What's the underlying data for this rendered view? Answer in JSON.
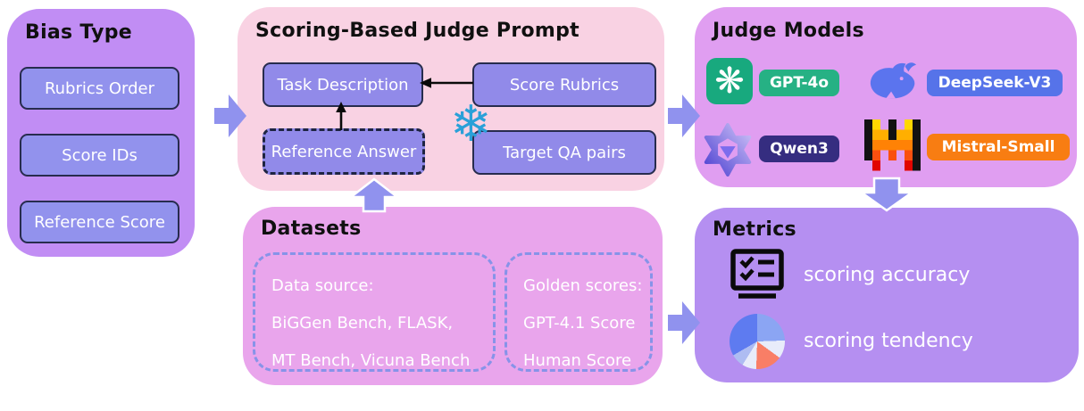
{
  "bias_panel": {
    "title": "Bias Type",
    "items": [
      {
        "label": "Rubrics Order"
      },
      {
        "label": "Score IDs"
      },
      {
        "label": "Reference Score"
      }
    ]
  },
  "prompt_panel": {
    "title": "Scoring-Based Judge Prompt",
    "boxes": {
      "task_description": "Task Description",
      "score_rubrics": "Score Rubrics",
      "reference_answer": "Reference Answer",
      "target_qa_pairs": "Target QA pairs"
    },
    "snowflake_glyph": "❄"
  },
  "models_panel": {
    "title": "Judge Models",
    "openai_logo_glyph": "❋",
    "models": [
      {
        "name": "GPT-4o",
        "pill_color": "#26b184",
        "icon": "openai-logo"
      },
      {
        "name": "DeepSeek-V3",
        "pill_color": "#5673e9",
        "icon": "deepseek-whale"
      },
      {
        "name": "Qwen3",
        "pill_color": "#352d80",
        "icon": "qwen-logo"
      },
      {
        "name": "Mistral-Small",
        "pill_color": "#f87d12",
        "icon": "mistral-logo"
      }
    ]
  },
  "datasets_panel": {
    "title": "Datasets",
    "data_source": {
      "heading": "Data source:",
      "lines": [
        "BiGGen Bench, FLASK,",
        "MT Bench, Vicuna Bench"
      ]
    },
    "golden_scores": {
      "heading": "Golden scores:",
      "lines": [
        "GPT-4.1 Score",
        "Human Score"
      ]
    }
  },
  "metrics_panel": {
    "title": "Metrics",
    "items": [
      {
        "label": "scoring accuracy",
        "icon": "checklist"
      },
      {
        "label": "scoring tendency",
        "icon": "pie-chart"
      }
    ]
  },
  "colors": {
    "bias_panel_bg": "#c18df4",
    "prompt_panel_bg": "#f9d2e3",
    "models_panel_bg": "#e09ef1",
    "datasets_panel_bg": "#e9a5ec",
    "metrics_panel_bg": "#b58ff1",
    "node_bg": "#918ae9",
    "node_border": "#272c4e",
    "flow_arrow": "#9092ee",
    "snowflake": "#2aa0d8",
    "dashed_dataset_border": "#8793e8"
  }
}
